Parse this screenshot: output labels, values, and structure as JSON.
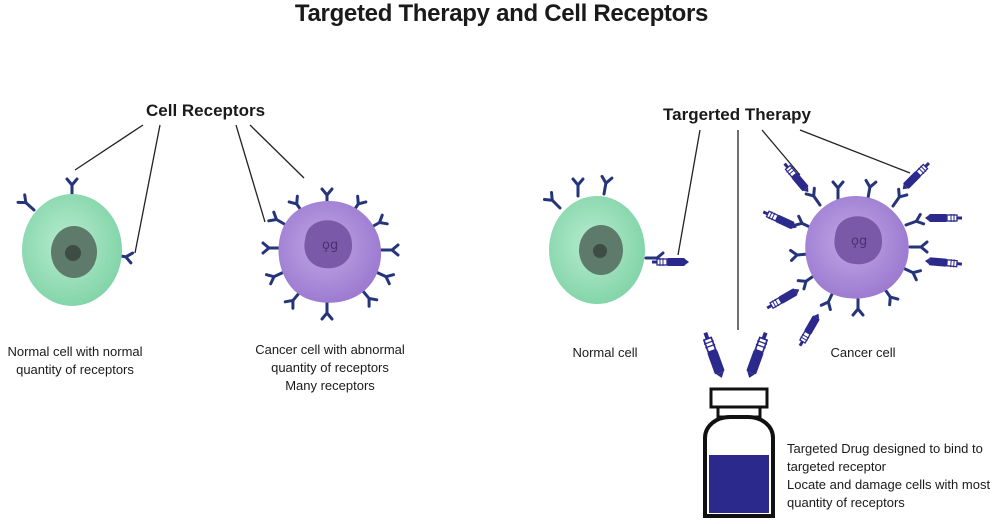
{
  "title": "Targeted Therapy and Cell Receptors",
  "left_panel": {
    "heading": "Cell Receptors",
    "normal_caption": [
      "Normal cell with normal",
      "quantity of receptors"
    ],
    "cancer_caption": [
      "Cancer cell with abnormal",
      "quantity of receptors",
      "Many receptors"
    ]
  },
  "right_panel": {
    "heading": "Targerted Therapy",
    "normal_caption": "Normal cell",
    "cancer_caption": "Cancer cell",
    "drug_caption": [
      "Targeted Drug designed to bind to",
      "targeted receptor",
      "Locate and damage cells with most",
      "quantity of receptors"
    ]
  },
  "colors": {
    "normal_cell": "#8fdcb2",
    "cancer_cell": "#a98ad6",
    "receptor": "#26357a",
    "drug": "#2b2a8c"
  }
}
